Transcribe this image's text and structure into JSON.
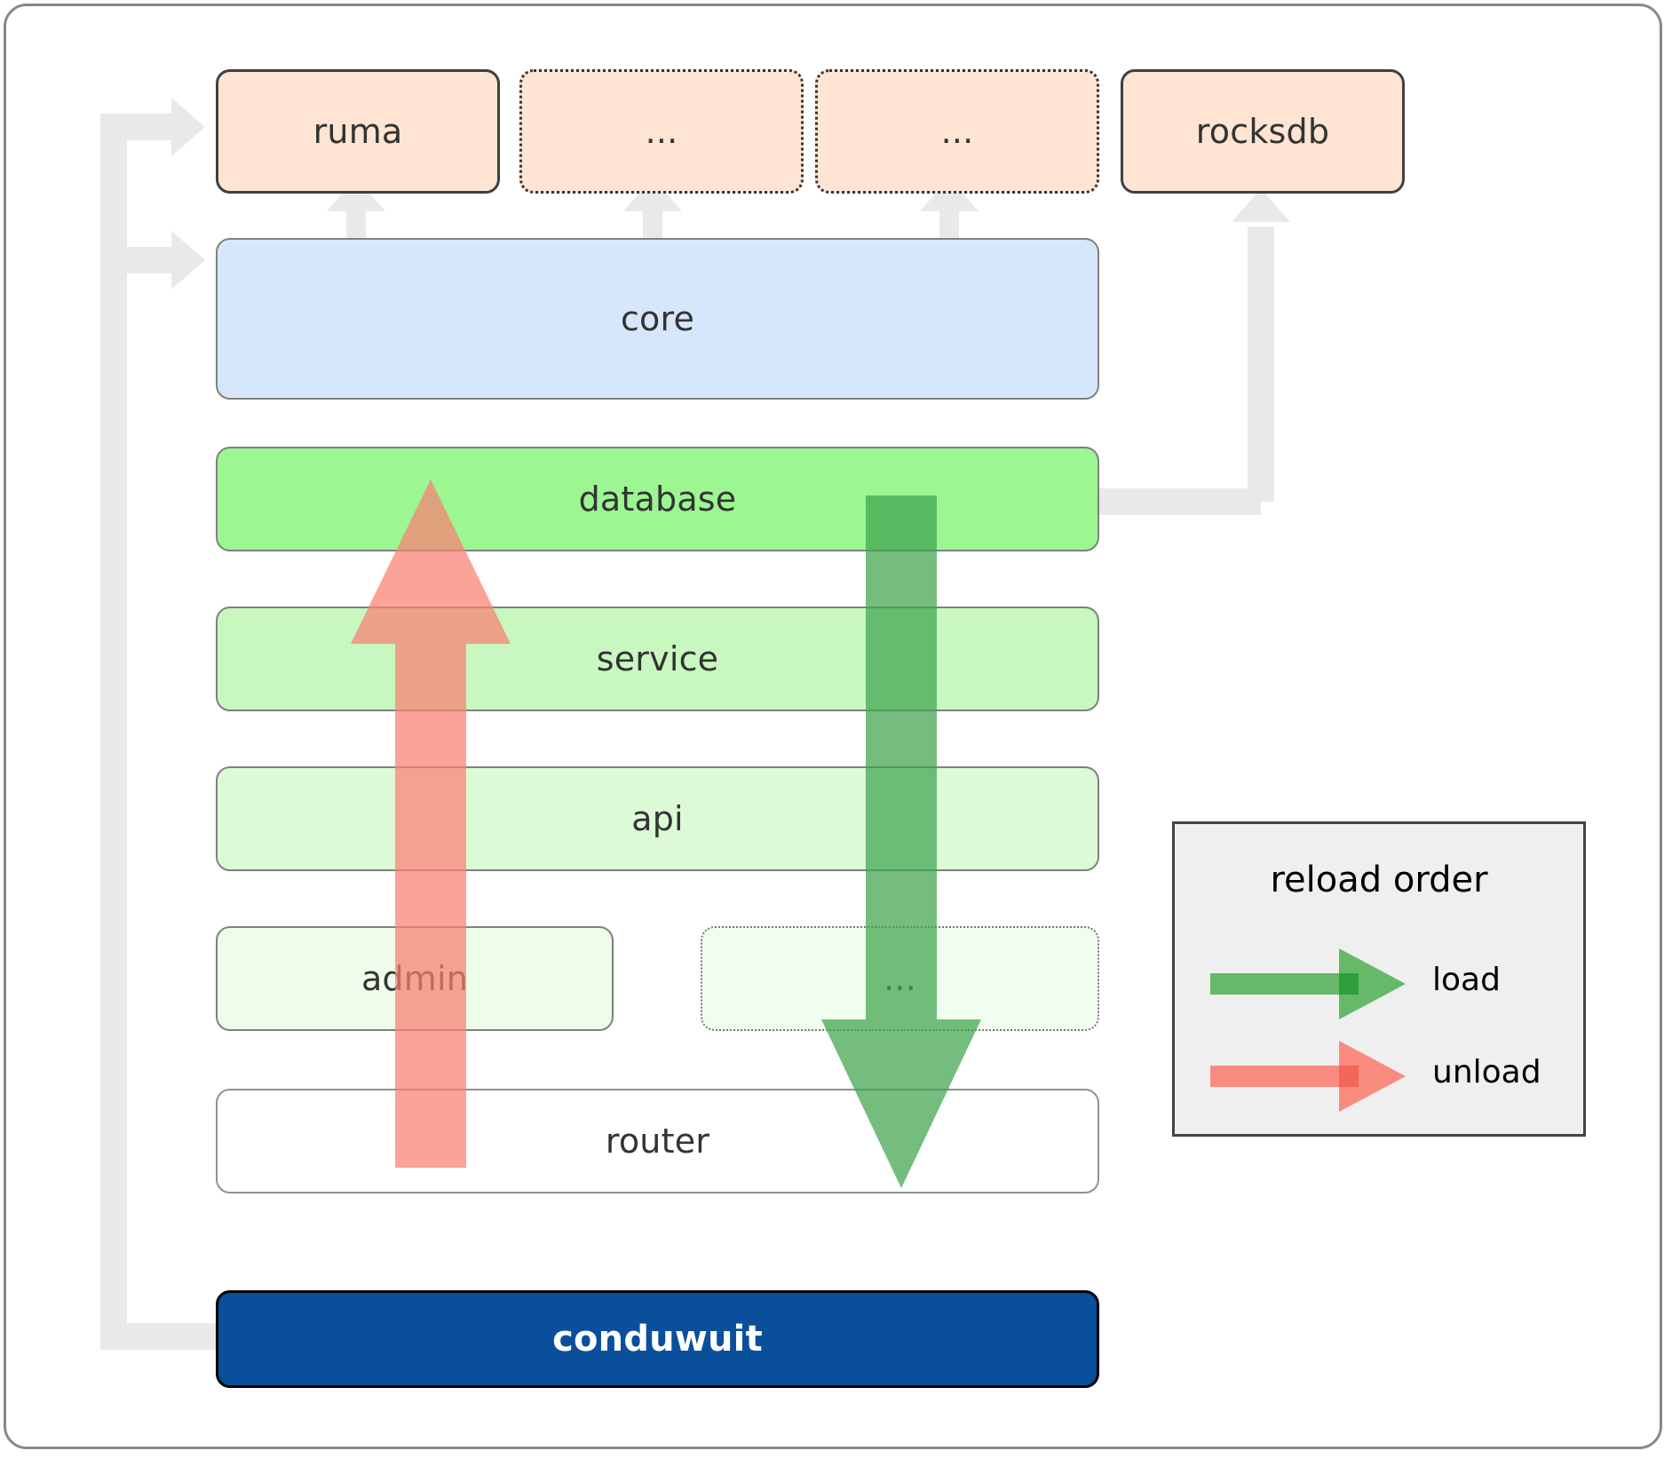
{
  "diagram": {
    "title": "conduwuit crate architecture / reload order",
    "dependencies": [
      {
        "label": "ruma",
        "style": "solid"
      },
      {
        "label": "...",
        "style": "dotted"
      },
      {
        "label": "...",
        "style": "dotted"
      },
      {
        "label": "rocksdb",
        "style": "solid"
      }
    ],
    "core": {
      "label": "core"
    },
    "layers": [
      {
        "label": "database",
        "style": "solid"
      },
      {
        "label": "service",
        "style": "solid"
      },
      {
        "label": "api",
        "style": "solid"
      },
      {
        "label": "admin",
        "style": "solid"
      },
      {
        "label": "...",
        "style": "dotted"
      },
      {
        "label": "router",
        "style": "solid"
      }
    ],
    "root": {
      "label": "conduwuit"
    },
    "legend": {
      "title": "reload order",
      "entries": [
        {
          "label": "load",
          "color": "#4caf50"
        },
        {
          "label": "unload",
          "color": "#fa8072"
        }
      ]
    },
    "colors": {
      "dependency_fill": "#fde4d3",
      "core_fill": "#d6e7fb",
      "database_fill": "#9cf692",
      "service_fill": "#c9f7c0",
      "api_fill": "#ddfad6",
      "admin_fill": "#eefcea",
      "router_fill": "#ffffff",
      "root_fill": "#0a4f9c",
      "connector": "#e9e9e9",
      "load_arrow": "#4caf50",
      "unload_arrow": "#fa8072",
      "legend_fill": "#efefef"
    }
  }
}
